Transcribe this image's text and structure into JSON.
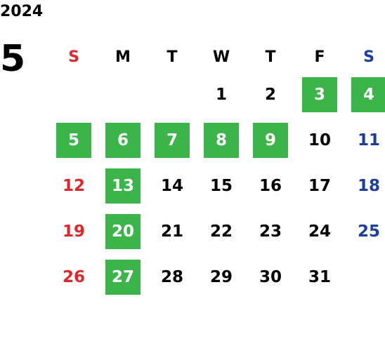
{
  "year": "2024",
  "month": "5",
  "colors": {
    "sunday": "#e0262a",
    "saturday": "#1c3f9c",
    "weekday": "#000000",
    "highlight_bg": "#3bb54a",
    "highlight_text": "#ffffff"
  },
  "weekdays": [
    "S",
    "M",
    "T",
    "W",
    "T",
    "F",
    "S"
  ],
  "weekday_colors": [
    "#e0262a",
    "#000000",
    "#000000",
    "#000000",
    "#000000",
    "#000000",
    "#1c3f9c"
  ],
  "weeks": [
    [
      "",
      "",
      "",
      "1",
      "2",
      "3",
      "4"
    ],
    [
      "5",
      "6",
      "7",
      "8",
      "9",
      "10",
      "11"
    ],
    [
      "12",
      "13",
      "14",
      "15",
      "16",
      "17",
      "18"
    ],
    [
      "19",
      "20",
      "21",
      "22",
      "23",
      "24",
      "25"
    ],
    [
      "26",
      "27",
      "28",
      "29",
      "30",
      "31",
      ""
    ]
  ],
  "highlighted": [
    "3",
    "4",
    "5",
    "6",
    "7",
    "8",
    "9",
    "13",
    "20",
    "27"
  ]
}
